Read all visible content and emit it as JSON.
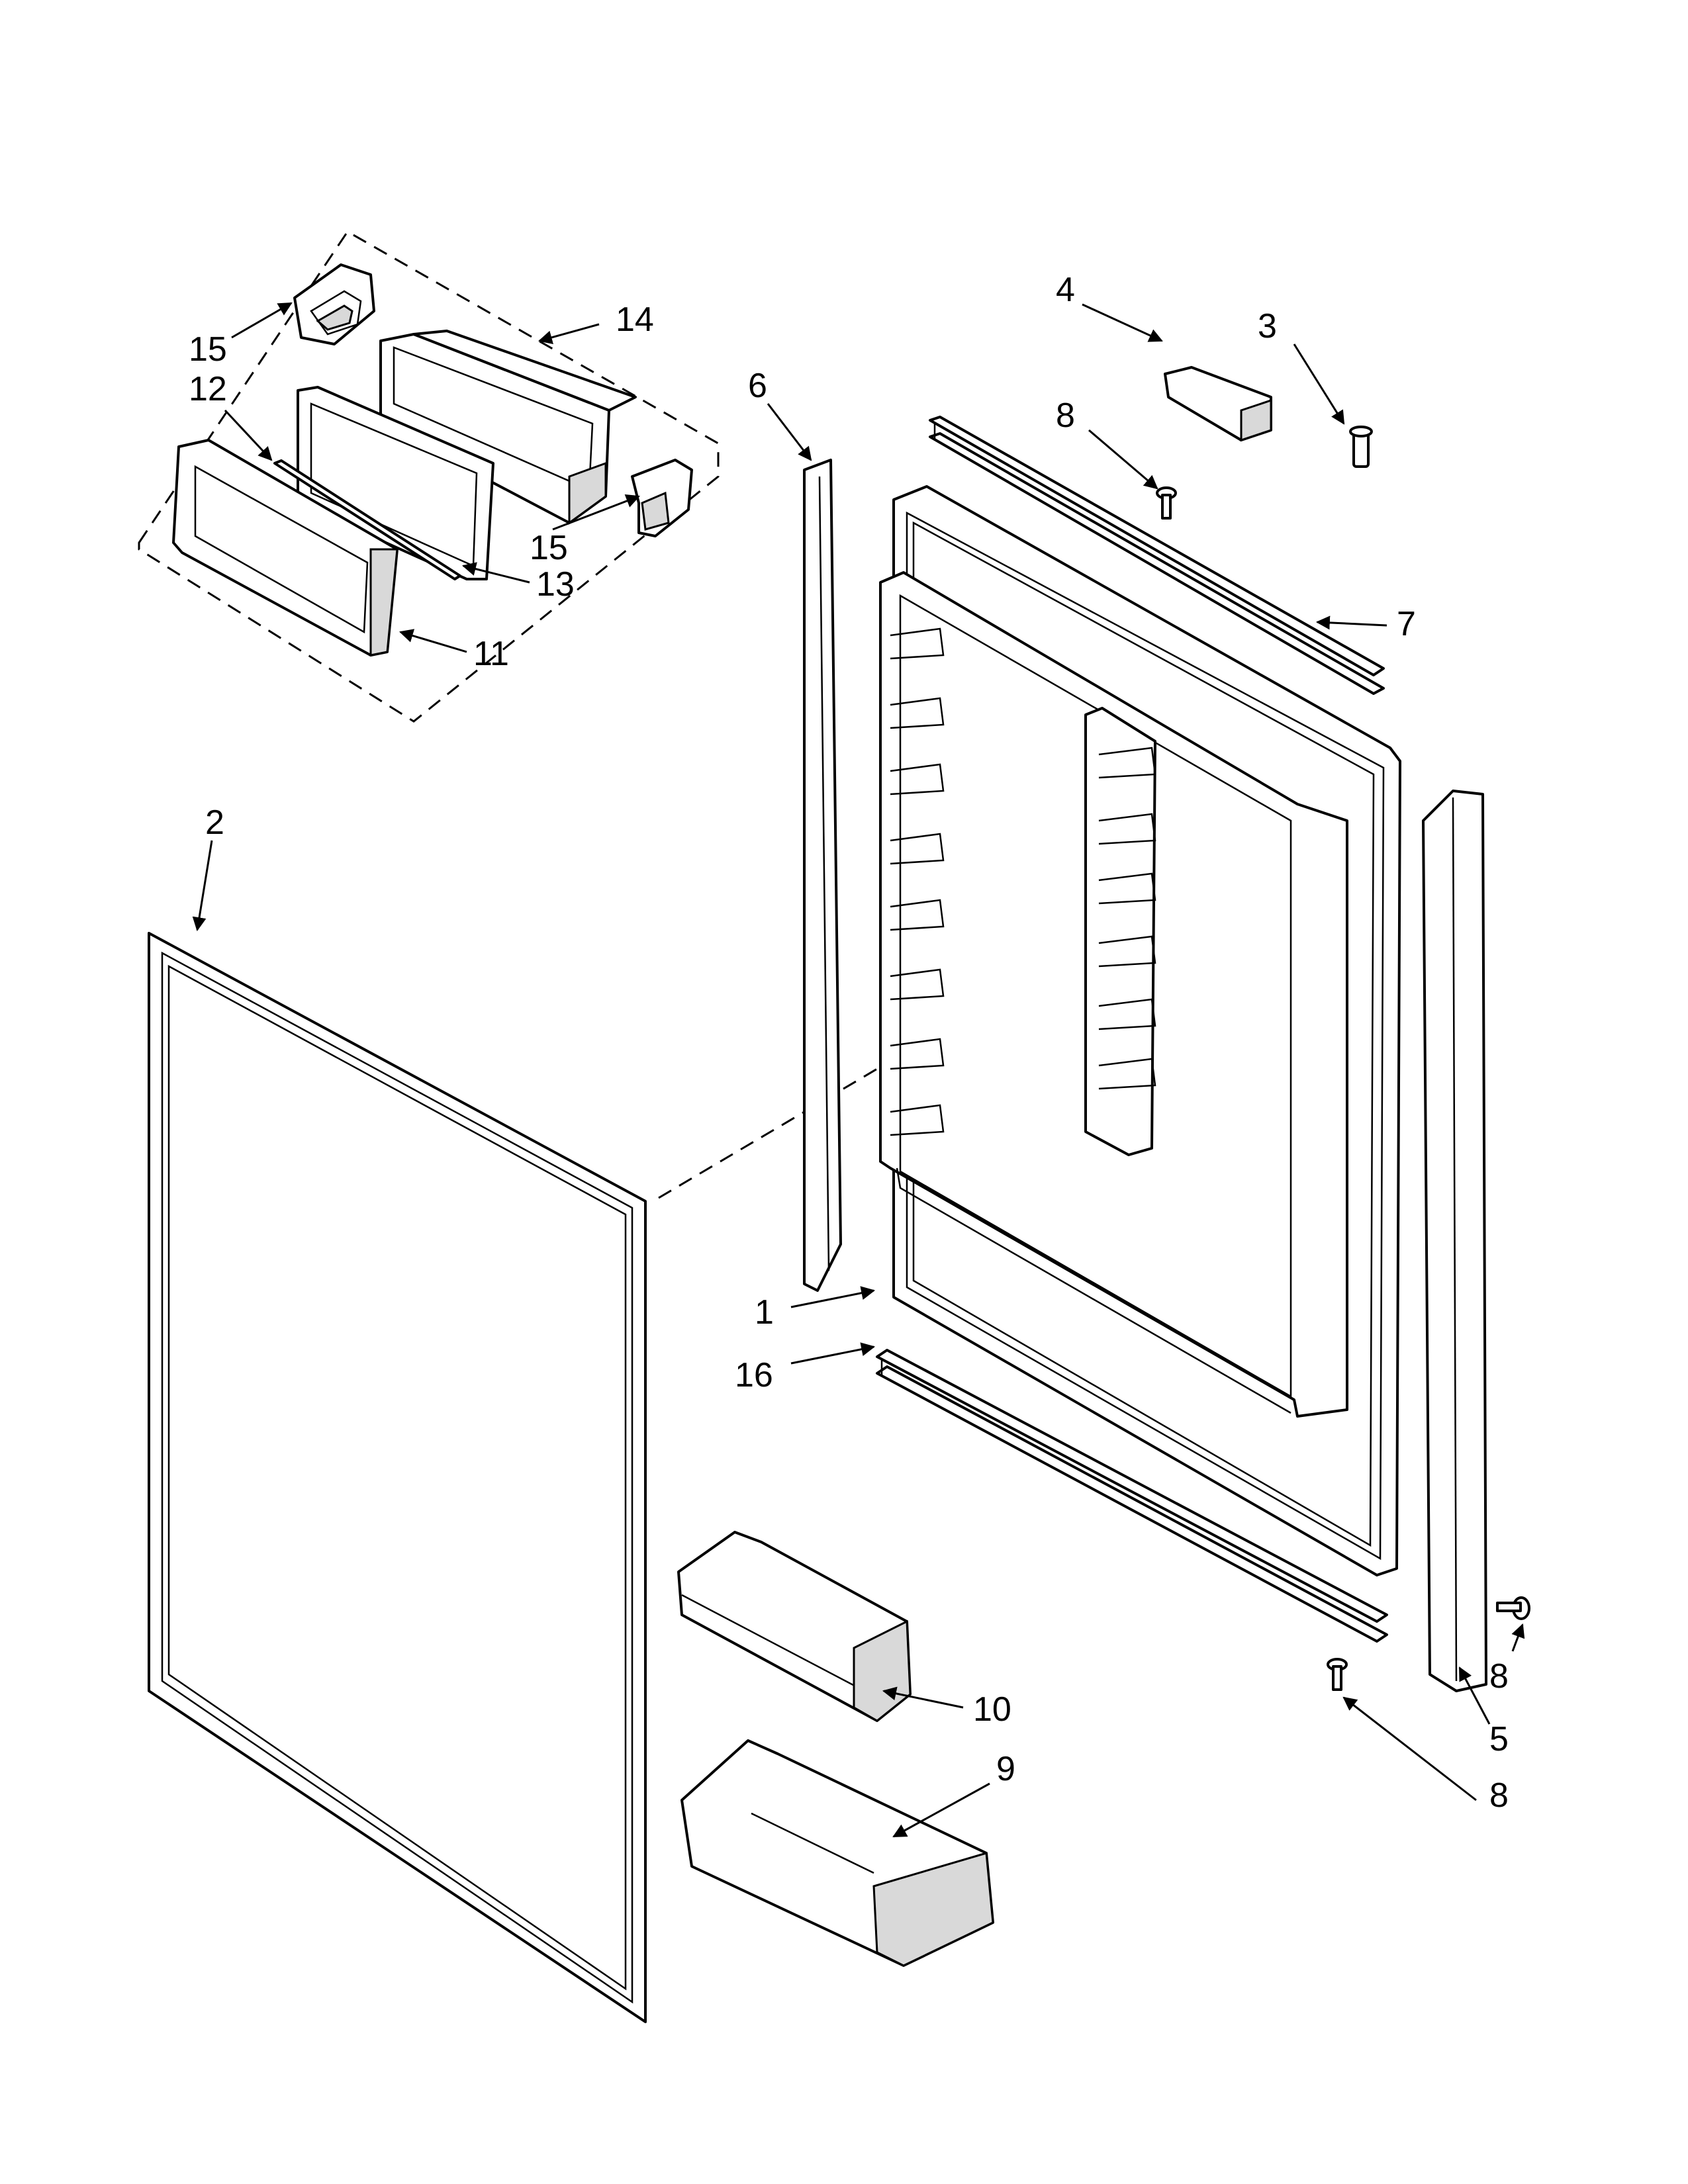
{
  "callouts": {
    "c1": "1",
    "c2": "2",
    "c3": "3",
    "c4": "4",
    "c5": "5",
    "c6": "6",
    "c7": "7",
    "c8a": "8",
    "c8b": "8",
    "c8c": "8",
    "c9": "9",
    "c10": "10",
    "c11": "11",
    "c12": "12",
    "c13": "13",
    "c14": "14",
    "c15a": "15",
    "c15b": "15",
    "c16": "16"
  }
}
